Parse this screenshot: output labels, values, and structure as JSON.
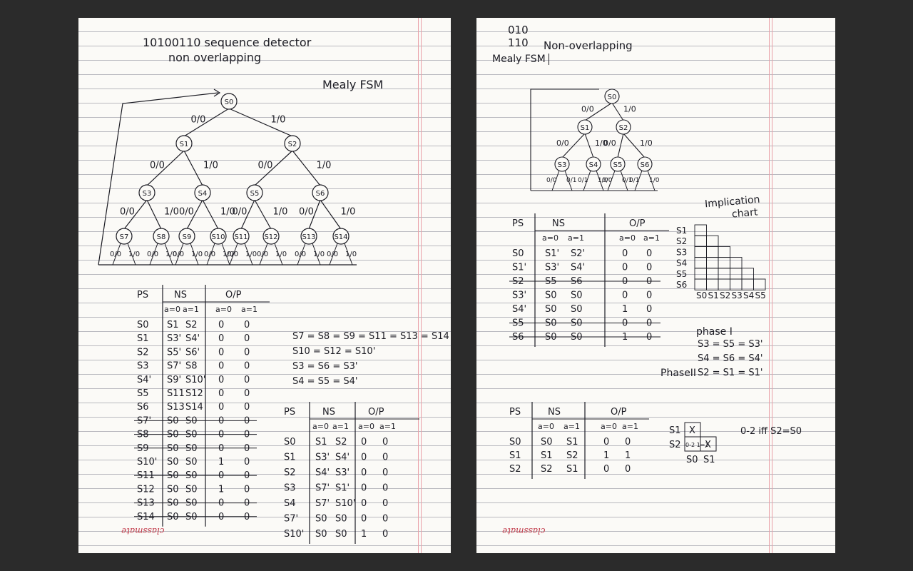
{
  "left": {
    "title_line1": "10100110 sequence detector",
    "title_line2": "non overlapping",
    "fsm_label": "Mealy FSM",
    "tree": {
      "root": "S0",
      "level1": [
        "S1",
        "S2"
      ],
      "level2": [
        "S3",
        "S4",
        "S5",
        "S6"
      ],
      "level3": [
        "S7",
        "S8",
        "S9",
        "S10",
        "S11",
        "S12",
        "S13",
        "S14"
      ],
      "edge_label_0": "0/0",
      "edge_label_1": "1/0"
    },
    "table1": {
      "headers": [
        "PS",
        "NS",
        "O/P"
      ],
      "sub_headers": [
        "a=0",
        "a=1",
        "a=0",
        "a=1"
      ],
      "rows": [
        [
          "S0",
          "S1",
          "S2",
          "0",
          "0"
        ],
        [
          "S1",
          "S3'",
          "S4'",
          "0",
          "0"
        ],
        [
          "S2",
          "S5'",
          "S6'",
          "0",
          "0"
        ],
        [
          "S3",
          "S7'",
          "S8",
          "0",
          "0"
        ],
        [
          "S4'",
          "S9'",
          "S10'",
          "0",
          "0"
        ],
        [
          "S5",
          "S11",
          "S12",
          "0",
          "0"
        ],
        [
          "S6",
          "S13",
          "S14",
          "0",
          "0"
        ],
        [
          "S7'",
          "S0",
          "S0",
          "0",
          "0"
        ],
        [
          "S8",
          "S0",
          "S0",
          "0",
          "0"
        ],
        [
          "S9",
          "S0",
          "S0",
          "0",
          "0"
        ],
        [
          "S10'",
          "S0",
          "S0",
          "1",
          "0"
        ],
        [
          "S11",
          "S0",
          "S0",
          "0",
          "0"
        ],
        [
          "S12",
          "S0",
          "S0",
          "1",
          "0"
        ],
        [
          "S13",
          "S0",
          "S0",
          "0",
          "0"
        ],
        [
          "S14",
          "S0",
          "S0",
          "0",
          "0"
        ]
      ]
    },
    "equivalences": [
      "S7 = S8 = S9 = S11 = S13 = S14 = S7'",
      "S10 = S12 = S10'",
      "S3 = S6 = S3'",
      "S4 = S5 = S4'"
    ],
    "table2": {
      "headers": [
        "PS",
        "NS",
        "O/P"
      ],
      "sub_headers": [
        "a=0",
        "a=1",
        "a=0",
        "a=1"
      ],
      "rows": [
        [
          "S0",
          "S1",
          "S2",
          "0",
          "0"
        ],
        [
          "S1",
          "S3'",
          "S4'",
          "0",
          "0"
        ],
        [
          "S2",
          "S4'",
          "S3'",
          "0",
          "0"
        ],
        [
          "S3",
          "S7'",
          "S1'",
          "0",
          "0"
        ],
        [
          "S4",
          "S7'",
          "S10'",
          "0",
          "0"
        ],
        [
          "S7'",
          "S0",
          "S0",
          "0",
          "0"
        ],
        [
          "S10'",
          "S0",
          "S0",
          "1",
          "0"
        ]
      ]
    },
    "brand": "classmate"
  },
  "right": {
    "seq_line1": "010",
    "seq_line2": "110",
    "non_overlap": "Non-overlapping",
    "fsm_label": "Mealy FSM",
    "tree": {
      "root": "S0",
      "level1": [
        "S1",
        "S2"
      ],
      "level2": [
        "S3",
        "S4",
        "S5",
        "S6"
      ],
      "edge_label_0": "0/0",
      "edge_label_1": "1/0",
      "edge_label_01": "0/1"
    },
    "table1": {
      "headers": [
        "PS",
        "NS",
        "O/P"
      ],
      "sub_headers": [
        "a=0",
        "a=1",
        "a=0",
        "a=1"
      ],
      "rows": [
        [
          "S0",
          "S1'",
          "S2'",
          "0",
          "0"
        ],
        [
          "S1'",
          "S3'",
          "S4'",
          "0",
          "0"
        ],
        [
          "S2",
          "S5",
          "S6",
          "0",
          "0"
        ],
        [
          "S3'",
          "S0",
          "S0",
          "0",
          "0"
        ],
        [
          "S4'",
          "S0",
          "S0",
          "1",
          "0"
        ],
        [
          "S5",
          "S0",
          "S0",
          "0",
          "0"
        ],
        [
          "S6",
          "S0",
          "S0",
          "1",
          "0"
        ]
      ]
    },
    "implication_title_1": "Implication",
    "implication_title_2": "chart",
    "implication_rows": [
      "S1",
      "S2",
      "S3",
      "S4",
      "S5",
      "S6"
    ],
    "implication_cols": [
      "S0",
      "S1",
      "S2",
      "S3",
      "S4",
      "S5"
    ],
    "phase1": {
      "label": "phase I",
      "eq1": "S3 = S5 = S3'",
      "eq2": "S4 = S6 = S4'"
    },
    "phase2": {
      "label": "PhaseII",
      "eq": "S2 = S1 = S1'"
    },
    "table2": {
      "headers": [
        "PS",
        "NS",
        "O/P"
      ],
      "sub_headers": [
        "a=0",
        "a=1",
        "a=0",
        "a=1"
      ],
      "rows": [
        [
          "S0",
          "S0",
          "S1",
          "0",
          "0"
        ],
        [
          "S1",
          "S1",
          "S2",
          "1",
          "1"
        ],
        [
          "S2",
          "S2",
          "S1",
          "0",
          "0"
        ]
      ]
    },
    "small_chart": {
      "rows": [
        "S1",
        "S2"
      ],
      "cols": [
        "S0",
        "S1"
      ],
      "cell_s1_s0": "X",
      "cell_s2_s0": "0-2 1=1",
      "cell_s2_s1": "X",
      "note": "0-2 iff S2=S0"
    },
    "brand": "classmate"
  }
}
